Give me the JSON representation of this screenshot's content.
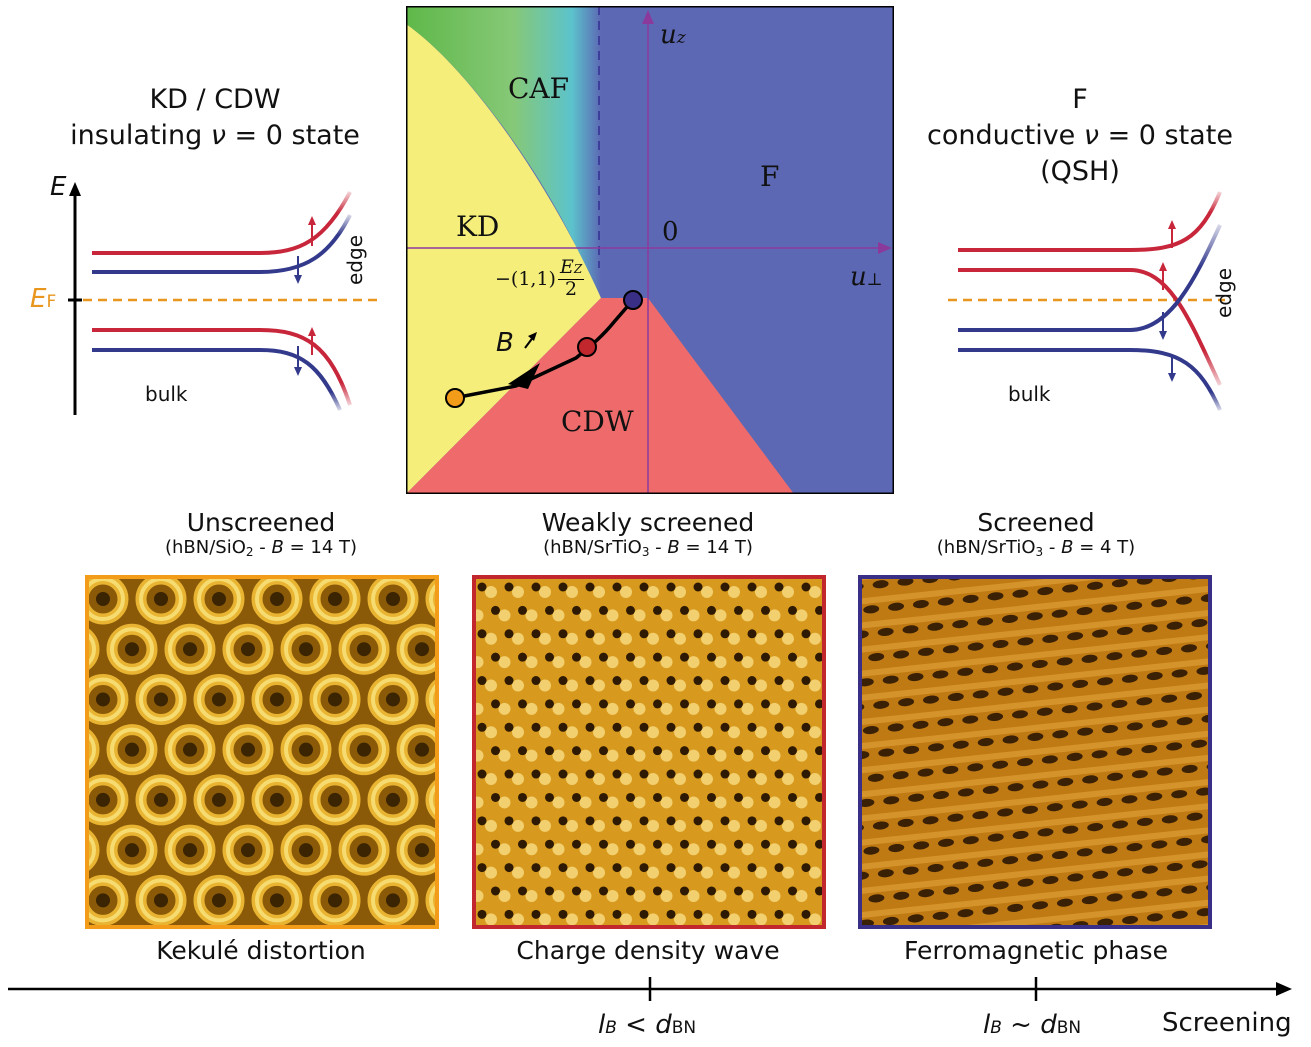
{
  "left_panel": {
    "title_line1": "KD / CDW",
    "title_line2_a": "insulating ",
    "title_nu": "ν",
    "title_line2_b": " = 0 state",
    "axis_e": "E",
    "ef_label": "E",
    "ef_sub": "F",
    "bulk": "bulk",
    "edge": "edge"
  },
  "right_panel": {
    "title_line1": "F",
    "title_line2_a": "conductive ",
    "title_nu": "ν",
    "title_line2_b": " = 0 state",
    "title_line3": "(QSH)",
    "bulk": "bulk",
    "edge": "edge"
  },
  "phase_diagram": {
    "regions": [
      "CAF",
      "F",
      "KD",
      "CDW"
    ],
    "origin": "0",
    "uz_base": "u",
    "uz_sub": "z",
    "uperp_base": "u",
    "uperp_sub": "⊥",
    "point_prefix": "−(1,1)",
    "point_num_base": "E",
    "point_num_sub": "Z",
    "point_den": "2",
    "b_label": "B",
    "colors": {
      "caf": "#6cbe4f",
      "f": "#5c68b4",
      "kd": "#f5ee7a",
      "cdw": "#ef6b6b"
    }
  },
  "panels": [
    {
      "title": "Unscreened",
      "sub_pre": "(hBN/SiO",
      "sub_idx": "2",
      "sub_mid": " - ",
      "sub_b": "B",
      "sub_post": " = 14 T)",
      "caption": "Kekulé distortion",
      "border": "#f39c1a"
    },
    {
      "title": "Weakly screened",
      "sub_pre": "(hBN/SrTiO",
      "sub_idx": "3",
      "sub_mid": " - ",
      "sub_b": "B",
      "sub_post": " = 14 T)",
      "caption": "Charge density wave",
      "border": "#c1272d"
    },
    {
      "title": "Screened",
      "sub_pre": "(hBN/SrTiO",
      "sub_idx": "3",
      "sub_mid": " - ",
      "sub_b": "B",
      "sub_post": " = 4 T)",
      "caption": "Ferromagnetic phase",
      "border": "#3a2f86"
    }
  ],
  "axis": {
    "label": "Screening",
    "tick1_l": "l",
    "tick1_lsub": "B",
    "tick1_rel": " < ",
    "tick1_d": "d",
    "tick1_dsub": "BN",
    "tick2_l": "l",
    "tick2_lsub": "B",
    "tick2_rel": " ~ ",
    "tick2_d": "d",
    "tick2_dsub": "BN"
  }
}
